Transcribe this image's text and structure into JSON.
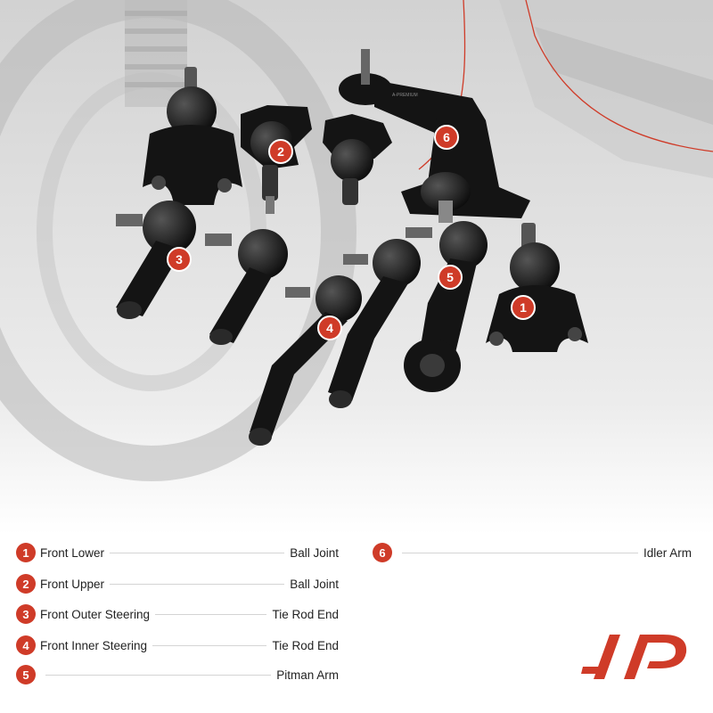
{
  "callouts": [
    {
      "number": "1"
    },
    {
      "number": "2"
    },
    {
      "number": "3"
    },
    {
      "number": "4"
    },
    {
      "number": "5"
    },
    {
      "number": "6"
    }
  ],
  "legend": [
    {
      "number": "1",
      "name": "Front Lower",
      "value": "Ball Joint"
    },
    {
      "number": "2",
      "name": "Front Upper",
      "value": "Ball Joint"
    },
    {
      "number": "3",
      "name": "Front Outer Steering",
      "value": "Tie Rod End"
    },
    {
      "number": "4",
      "name": "Front Inner Steering",
      "value": "Tie Rod End"
    },
    {
      "number": "5",
      "name": "",
      "value": "Pitman Arm"
    },
    {
      "number": "6",
      "name": "",
      "value": "Idler Arm"
    }
  ],
  "part_stamp": "A-PREMIUM",
  "colors": {
    "accent": "#cf3b28",
    "parts": "#141414",
    "line": "#d4d4d4",
    "background_photo": "#d9d9d9"
  },
  "logo": {
    "icon": "a-premium-logo-icon"
  }
}
